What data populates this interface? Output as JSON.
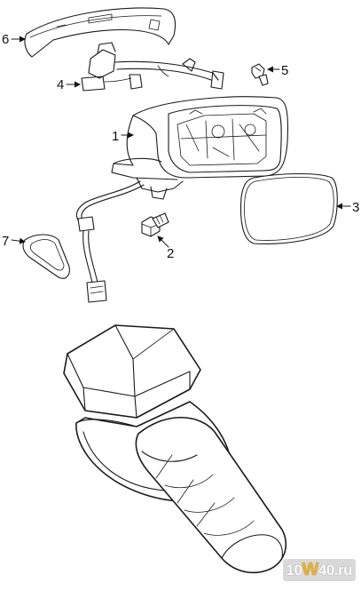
{
  "callouts": {
    "c1": "1",
    "c2": "2",
    "c3": "3",
    "c4": "4",
    "c5": "5",
    "c6": "6",
    "c7": "7"
  },
  "watermark": {
    "prefix": "10",
    "accent": "W",
    "suffix": "40.ru"
  }
}
